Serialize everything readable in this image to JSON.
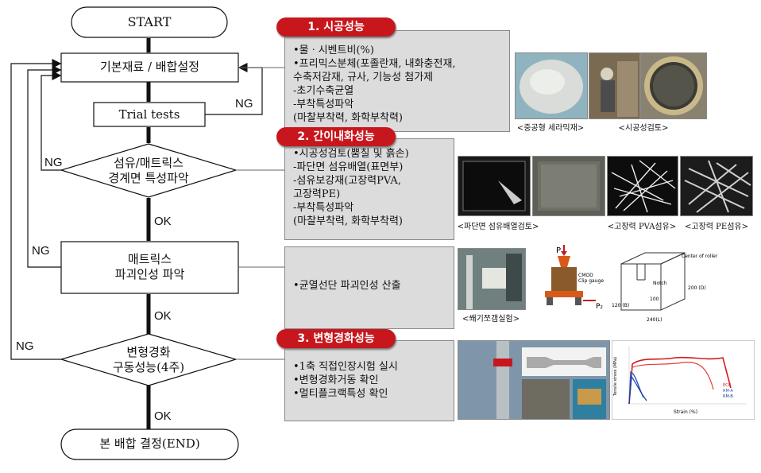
{
  "flow": {
    "start": "START",
    "basic": "기본재료 / 배합설정",
    "trial": "Trial tests",
    "decision1": [
      "섬유/매트릭스",
      "경계면 특성파악"
    ],
    "matrix": [
      "매트릭스",
      "파괴인성 파악"
    ],
    "decision2": [
      "변형경화",
      "구동성능(4주)"
    ],
    "end": "본 배합 결정(END)",
    "ng": "NG",
    "ok": "OK"
  },
  "sections": [
    {
      "title": "1. 시공성능",
      "items": [
        "•물ㆍ시벤트비(%)",
        "•프리믹스분체(포졸란재, 내화충전재,",
        "  수축저감재, 규사, 기능성 첨가제",
        "-초기수축균열",
        "-부착특성파악",
        "  (마찰부착력, 화학부착력)"
      ]
    },
    {
      "title": "2. 간이내화성능",
      "items": [
        "•시공성검토(뿜칠 및 흙손)",
        "-파단면 섬유배열(표면부)",
        "-섬유보강재(고장력PVA,",
        "  고장력PE)",
        "-부착특성파악",
        "  (마찰부착력, 화학부착력)"
      ]
    },
    {
      "title": "",
      "items": [
        "•균열선단 파괴인성 산출"
      ]
    },
    {
      "title": "3. 변형경화성능",
      "items": [
        "•1축 직접인장시험 실시",
        "•변형경화거동 확인",
        "•멀티플크랙특성 확인"
      ]
    }
  ],
  "captions": {
    "c1": "<중공형 세라믹재>",
    "c2": "<시공성검토>",
    "c3": "<파단면 섬유배열검토>",
    "c4": "<고장력 PVA섬유>",
    "c5": "<고장력 PE섬유>",
    "c6": "<쐐기쪼갬실험>"
  },
  "figure_labels": {
    "p": "P",
    "pz": "P₂",
    "cmod": "CMOD",
    "clip": "Clip gauge",
    "center": "Center of roller",
    "notch": "Notch",
    "d200": "200 (D)",
    "d100": "100",
    "d120": "120 (B)",
    "d240": "240(L)",
    "strain": "Strain (%)",
    "stress": "Tensile stress (MPa)",
    "legend": [
      "ECC",
      "RM-A",
      "RM-B"
    ]
  },
  "colors": {
    "banner": "#c8161d",
    "box": "#dcdcdc"
  }
}
